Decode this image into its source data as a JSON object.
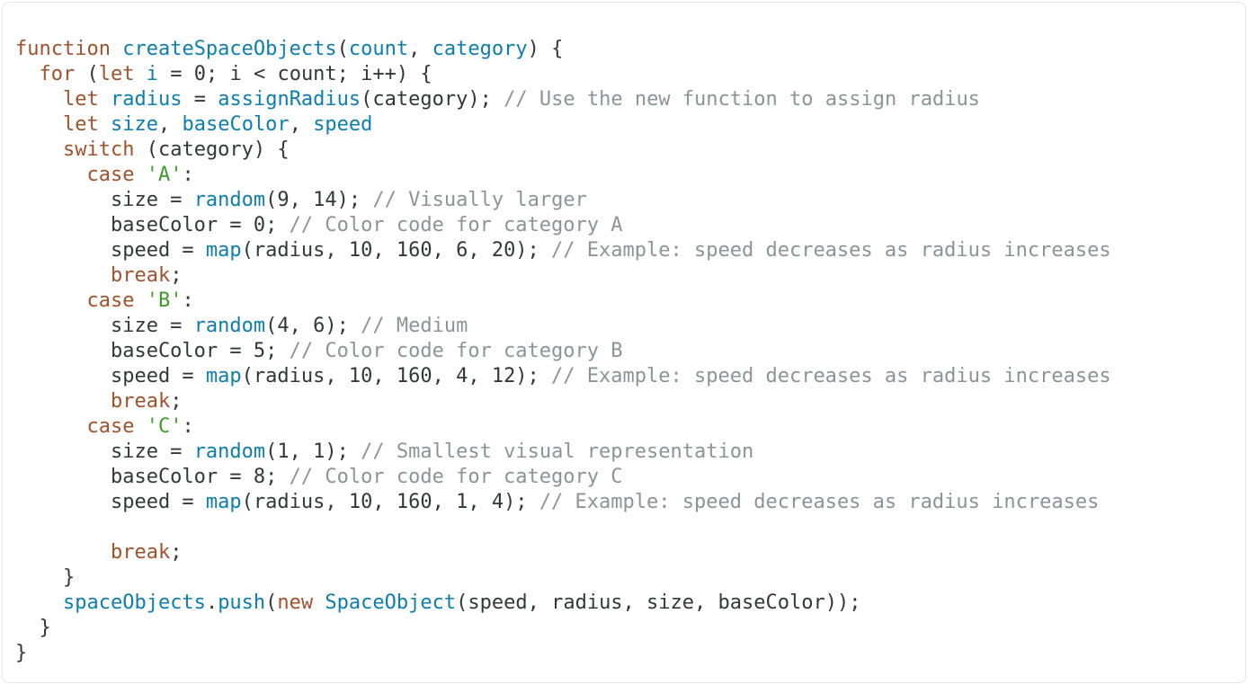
{
  "colors": {
    "keyword": "#a0522d",
    "identifier": "#0c7eaf",
    "string": "#3f9b28",
    "comment": "#8e9299",
    "plain": "#33373b",
    "background": "#ffffff",
    "border": "#e2e5e8"
  },
  "code": {
    "language": "javascript",
    "lines": [
      [
        [
          "kw",
          "function"
        ],
        [
          "pl",
          " "
        ],
        [
          "id",
          "createSpaceObjects"
        ],
        [
          "pl",
          "("
        ],
        [
          "id",
          "count"
        ],
        [
          "pl",
          ", "
        ],
        [
          "id",
          "category"
        ],
        [
          "pl",
          ") {"
        ]
      ],
      [
        [
          "pl",
          "  "
        ],
        [
          "kw",
          "for"
        ],
        [
          "pl",
          " ("
        ],
        [
          "kw",
          "let"
        ],
        [
          "pl",
          " "
        ],
        [
          "id",
          "i"
        ],
        [
          "pl",
          " = 0; i < count; i++) {"
        ]
      ],
      [
        [
          "pl",
          "    "
        ],
        [
          "kw",
          "let"
        ],
        [
          "pl",
          " "
        ],
        [
          "id",
          "radius"
        ],
        [
          "pl",
          " = "
        ],
        [
          "id",
          "assignRadius"
        ],
        [
          "pl",
          "(category); "
        ],
        [
          "cmt",
          "// Use the new function to assign radius"
        ]
      ],
      [
        [
          "pl",
          "    "
        ],
        [
          "kw",
          "let"
        ],
        [
          "pl",
          " "
        ],
        [
          "id",
          "size"
        ],
        [
          "pl",
          ", "
        ],
        [
          "id",
          "baseColor"
        ],
        [
          "pl",
          ", "
        ],
        [
          "id",
          "speed"
        ]
      ],
      [
        [
          "pl",
          "    "
        ],
        [
          "kw",
          "switch"
        ],
        [
          "pl",
          " (category) {"
        ]
      ],
      [
        [
          "pl",
          "      "
        ],
        [
          "kw",
          "case"
        ],
        [
          "pl",
          " "
        ],
        [
          "str",
          "'A'"
        ],
        [
          "pl",
          ":"
        ]
      ],
      [
        [
          "pl",
          "        size = "
        ],
        [
          "id",
          "random"
        ],
        [
          "pl",
          "(9, 14); "
        ],
        [
          "cmt",
          "// Visually larger"
        ]
      ],
      [
        [
          "pl",
          "        baseColor = 0; "
        ],
        [
          "cmt",
          "// Color code for category A"
        ]
      ],
      [
        [
          "pl",
          "        speed = "
        ],
        [
          "id",
          "map"
        ],
        [
          "pl",
          "(radius, 10, 160, 6, 20); "
        ],
        [
          "cmt",
          "// Example: speed decreases as radius increases"
        ]
      ],
      [
        [
          "pl",
          "        "
        ],
        [
          "kw",
          "break"
        ],
        [
          "pl",
          ";"
        ]
      ],
      [
        [
          "pl",
          "      "
        ],
        [
          "kw",
          "case"
        ],
        [
          "pl",
          " "
        ],
        [
          "str",
          "'B'"
        ],
        [
          "pl",
          ":"
        ]
      ],
      [
        [
          "pl",
          "        size = "
        ],
        [
          "id",
          "random"
        ],
        [
          "pl",
          "(4, 6); "
        ],
        [
          "cmt",
          "// Medium"
        ]
      ],
      [
        [
          "pl",
          "        baseColor = 5; "
        ],
        [
          "cmt",
          "// Color code for category B"
        ]
      ],
      [
        [
          "pl",
          "        speed = "
        ],
        [
          "id",
          "map"
        ],
        [
          "pl",
          "(radius, 10, 160, 4, 12); "
        ],
        [
          "cmt",
          "// Example: speed decreases as radius increases"
        ]
      ],
      [
        [
          "pl",
          "        "
        ],
        [
          "kw",
          "break"
        ],
        [
          "pl",
          ";"
        ]
      ],
      [
        [
          "pl",
          "      "
        ],
        [
          "kw",
          "case"
        ],
        [
          "pl",
          " "
        ],
        [
          "str",
          "'C'"
        ],
        [
          "pl",
          ":"
        ]
      ],
      [
        [
          "pl",
          "        size = "
        ],
        [
          "id",
          "random"
        ],
        [
          "pl",
          "(1, 1); "
        ],
        [
          "cmt",
          "// Smallest visual representation"
        ]
      ],
      [
        [
          "pl",
          "        baseColor = 8; "
        ],
        [
          "cmt",
          "// Color code for category C"
        ]
      ],
      [
        [
          "pl",
          "        speed = "
        ],
        [
          "id",
          "map"
        ],
        [
          "pl",
          "(radius, 10, 160, 1, 4); "
        ],
        [
          "cmt",
          "// Example: speed decreases as radius increases"
        ]
      ],
      [],
      [
        [
          "pl",
          "        "
        ],
        [
          "kw",
          "break"
        ],
        [
          "pl",
          ";"
        ]
      ],
      [
        [
          "pl",
          "    }"
        ]
      ],
      [
        [
          "pl",
          "    "
        ],
        [
          "id",
          "spaceObjects"
        ],
        [
          "pl",
          "."
        ],
        [
          "id",
          "push"
        ],
        [
          "pl",
          "("
        ],
        [
          "kw",
          "new"
        ],
        [
          "pl",
          " "
        ],
        [
          "id",
          "SpaceObject"
        ],
        [
          "pl",
          "(speed, radius, size, baseColor));"
        ]
      ],
      [
        [
          "pl",
          "  }"
        ]
      ],
      [
        [
          "pl",
          "}"
        ]
      ]
    ]
  }
}
